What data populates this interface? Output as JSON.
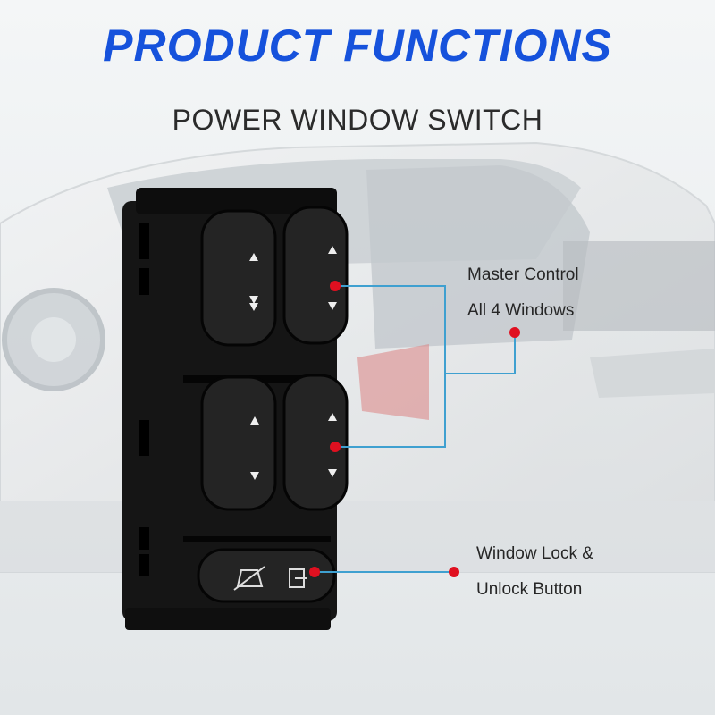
{
  "banner": {
    "title": "PRODUCT FUNCTIONS",
    "subtitle": "POWER WINDOW SWITCH"
  },
  "callouts": {
    "master": {
      "line1": "Master Control",
      "line2": "All 4 Windows"
    },
    "lock": {
      "line1": "Window Lock &",
      "line2": "Unlock Button"
    }
  },
  "colors": {
    "title_blue": "#1652dc",
    "leader_line": "#3fa0d0",
    "marker_red": "#e01020",
    "switch_body": "#151515"
  },
  "icons": [
    "arrow-up-icon",
    "arrow-down-icon",
    "window-lock-icon",
    "lock-rect-icon"
  ]
}
